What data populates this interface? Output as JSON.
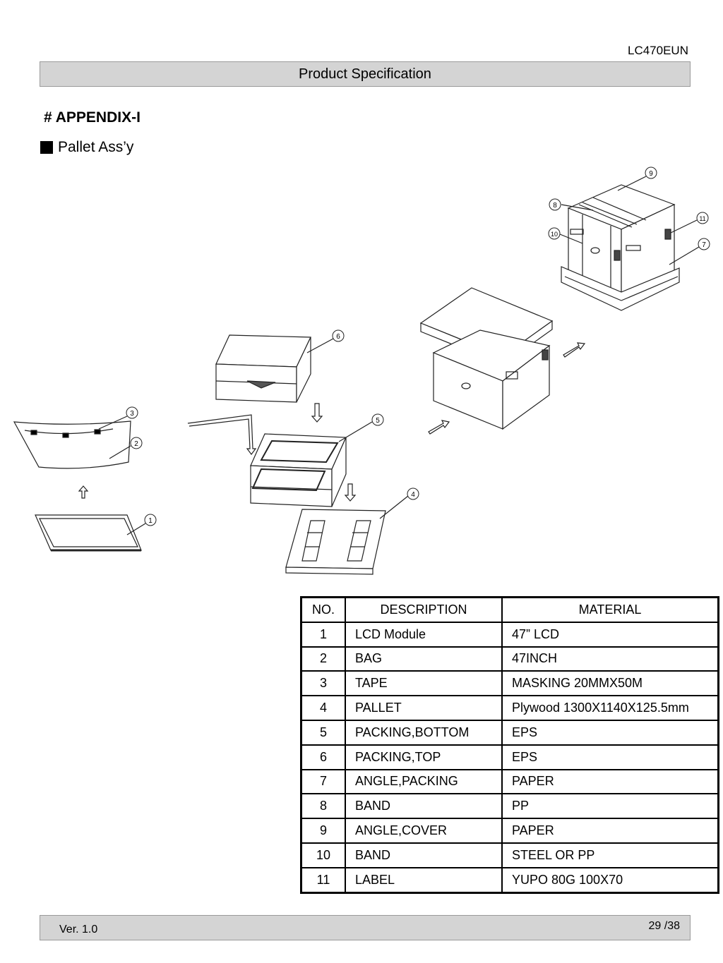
{
  "header": {
    "model": "LC470EUN",
    "title": "Product Specification"
  },
  "appendix_title": "# APPENDIX-I",
  "section_title": "Pallet Ass’y",
  "callouts": [
    "1",
    "2",
    "3",
    "4",
    "5",
    "6",
    "7",
    "8",
    "9",
    "10",
    "11"
  ],
  "table": {
    "headers": {
      "no": "NO.",
      "description": "DESCRIPTION",
      "material": "MATERIAL"
    },
    "rows": [
      {
        "no": "1",
        "description": "LCD Module",
        "material": "47” LCD"
      },
      {
        "no": "2",
        "description": "BAG",
        "material": "47INCH"
      },
      {
        "no": "3",
        "description": "TAPE",
        "material": "MASKING 20MMX50M"
      },
      {
        "no": "4",
        "description": "PALLET",
        "material": "Plywood 1300X1140X125.5mm"
      },
      {
        "no": "5",
        "description": "PACKING,BOTTOM",
        "material": "EPS"
      },
      {
        "no": "6",
        "description": "PACKING,TOP",
        "material": "EPS"
      },
      {
        "no": "7",
        "description": "ANGLE,PACKING",
        "material": "PAPER"
      },
      {
        "no": "8",
        "description": "BAND",
        "material": "PP"
      },
      {
        "no": "9",
        "description": "ANGLE,COVER",
        "material": "PAPER"
      },
      {
        "no": "10",
        "description": "BAND",
        "material": "STEEL OR PP"
      },
      {
        "no": "11",
        "description": "LABEL",
        "material": "YUPO 80G 100X70"
      }
    ]
  },
  "footer": {
    "version": "Ver. 1.0",
    "page": "29 /38"
  }
}
